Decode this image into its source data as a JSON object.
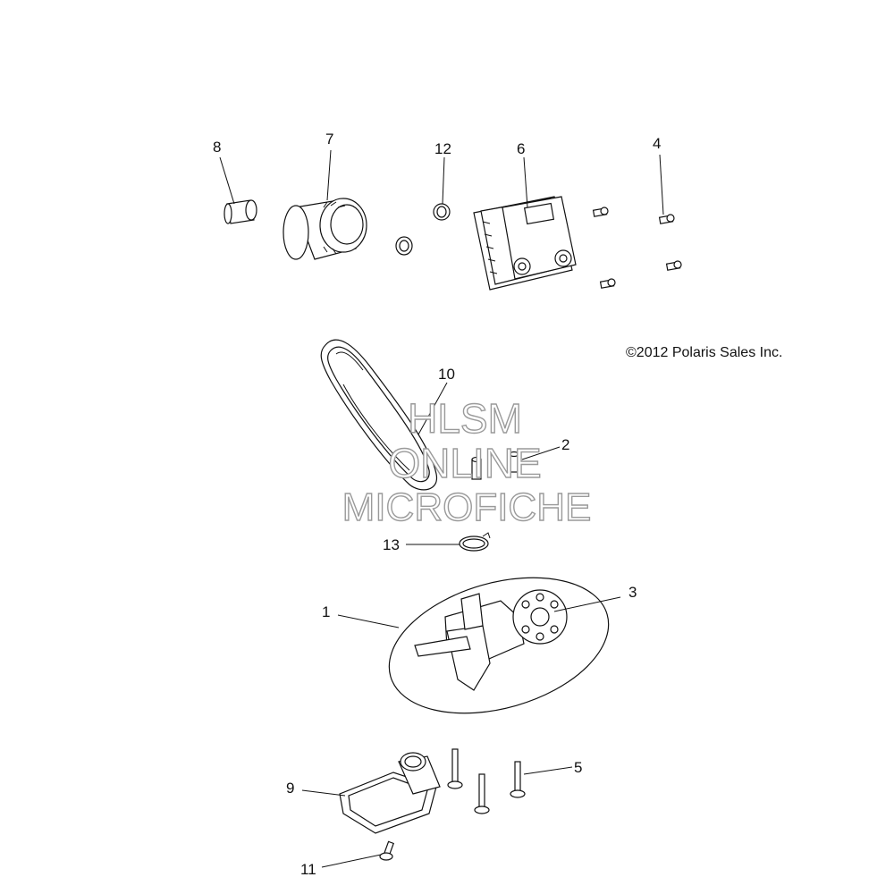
{
  "copyright": "©2012 Polaris Sales Inc.",
  "watermark": {
    "line1": "HLSM",
    "line2": "ONLINE",
    "line3": "MICROFICHE",
    "color": "#9a9a9a"
  },
  "callouts": {
    "c1": "1",
    "c2": "2",
    "c3": "3",
    "c4": "4",
    "c5": "5",
    "c6": "6",
    "c7": "7",
    "c8": "8",
    "c9": "9",
    "c10": "10",
    "c11": "11",
    "c12": "12",
    "c13": "13"
  },
  "colors": {
    "line": "#111111",
    "background": "#ffffff"
  }
}
